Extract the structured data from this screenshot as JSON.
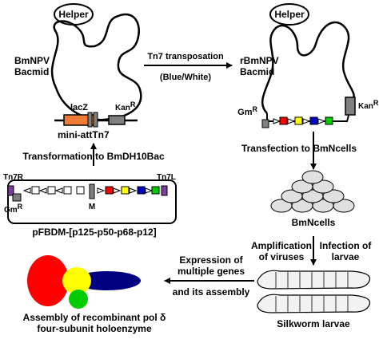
{
  "helper_left": "Helper",
  "helper_right": "Helper",
  "bmnpv_bacmid": {
    "line1": "BmNPV",
    "line2": "Bacmid"
  },
  "rbmnpv_bacmid": {
    "line1": "rBmNPV",
    "line2": "Bacmid"
  },
  "tn7_transposition": "Tn7 transposation",
  "blue_white": "(Blue/White)",
  "lacz": "lacZ",
  "kan_left": {
    "base": "Kan",
    "sup": "R"
  },
  "kan_right": {
    "base": "Kan",
    "sup": "R"
  },
  "mini_att": "mini-attTn7",
  "gm_right": {
    "base": "Gm",
    "sup": "R"
  },
  "gm_plasmid": {
    "base": "Gm",
    "sup": "R"
  },
  "transformation": "Transformation to BmDH10Bac",
  "transfection": "Transfection to BmNcells",
  "tn7r": "Tn7R",
  "tn7l": "Tn7L",
  "m_label": "M",
  "plasmid_name": "pFBDM-[p125-p50-p68-p12]",
  "bmn_cells": "BmNcells",
  "amplification": {
    "line1": "Amplification",
    "line2": "of viruses"
  },
  "infection": {
    "line1": "Infection of",
    "line2": "larvae"
  },
  "expression": {
    "line1": "Expression of",
    "line2": "multiple genes"
  },
  "assembly_step": "and its assembly",
  "silkworm": "Silkworm larvae",
  "assembly_result": {
    "line1": "Assembly of recombinant pol δ",
    "line2": "four-subunit holoenzyme"
  },
  "colors": {
    "lacz": "#f07b35",
    "red": "#ff0000",
    "yellow": "#ffff00",
    "blue": "#0000cc",
    "green": "#00cc00",
    "navy": "#000080",
    "grey": "#808080",
    "violet": "#7b3fa0"
  }
}
